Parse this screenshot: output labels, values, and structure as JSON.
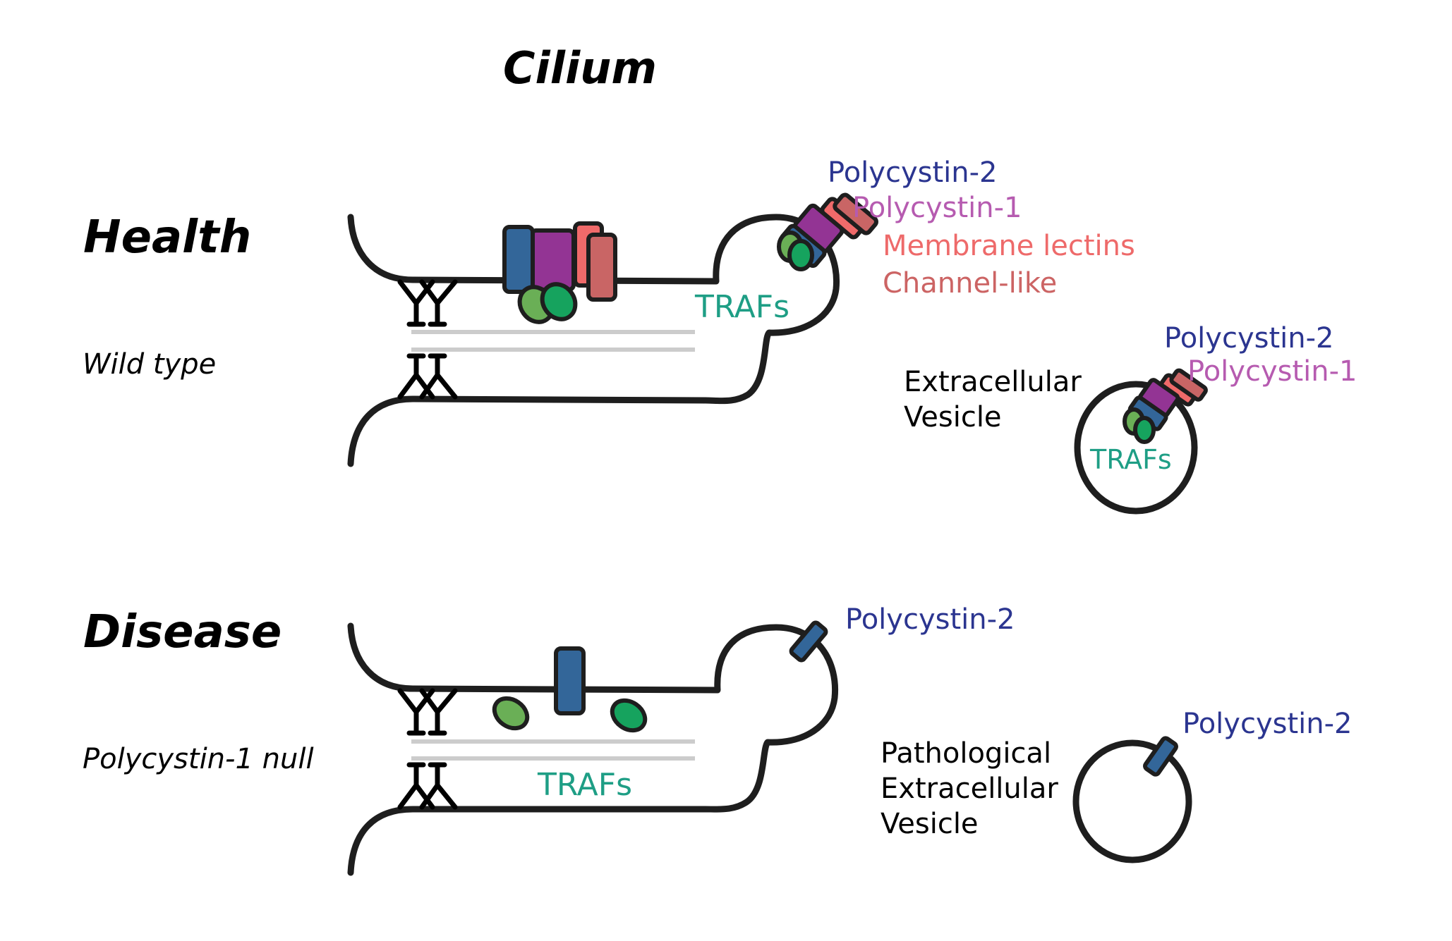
{
  "title": "Cilium",
  "colors": {
    "polycystin2": "#336699",
    "polycystin1": "#933494",
    "membrane_lectins": "#f06a6a",
    "channel_like": "#c96565",
    "traf_light": "#6aaf56",
    "traf_dark": "#16a35e",
    "label_pc2": "#2b3590",
    "label_pc1": "#b65bb0",
    "label_lectins": "#ee6a6a",
    "label_channel": "#cc6464",
    "label_trafs": "#1e9e85",
    "membrane": "#1e1e1e",
    "axoneme": "#cccccc"
  },
  "health": {
    "heading": "Health",
    "condition": "Wild type",
    "cilium_labels": {
      "polycystin2": "Polycystin-2",
      "polycystin1": "Polycystin-1",
      "membrane_lectins": "Membrane lectins",
      "channel_like": "Channel-like",
      "trafs": "TRAFs"
    },
    "vesicle": {
      "label_line1": "Extracellular",
      "label_line2": "Vesicle",
      "polycystin2": "Polycystin-2",
      "polycystin1": "Polycystin-1",
      "trafs": "TRAFs"
    }
  },
  "disease": {
    "heading": "Disease",
    "condition": "Polycystin-1 null",
    "cilium_labels": {
      "polycystin2": "Polycystin-2",
      "trafs": "TRAFs"
    },
    "vesicle": {
      "label_line1": "Pathological",
      "label_line2": "Extracellular",
      "label_line3": "Vesicle",
      "polycystin2": "Polycystin-2"
    }
  }
}
